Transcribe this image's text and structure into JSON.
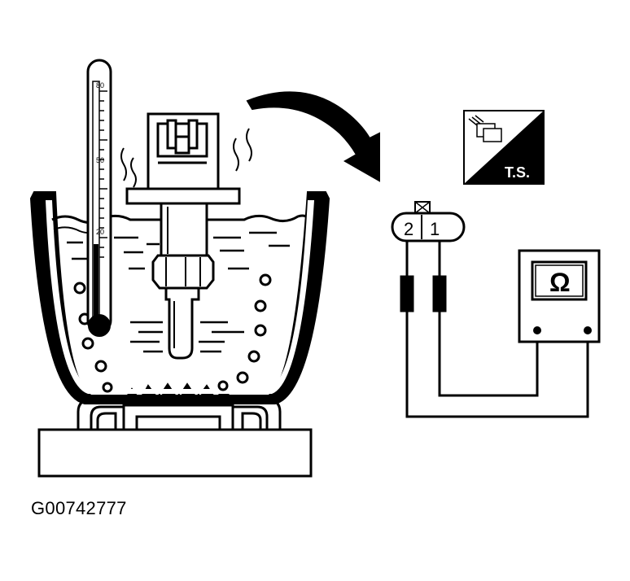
{
  "figure": {
    "caption": "G00742777",
    "thermometer": {
      "tick_labels": [
        "80",
        "50",
        "20"
      ]
    },
    "connector": {
      "pin_2": "2",
      "pin_1": "1"
    },
    "badge": {
      "text": "T.S.",
      "icon": "connector-icon"
    },
    "ohmmeter": {
      "symbol": "Ω"
    },
    "colors": {
      "ink": "#000000",
      "paper": "#ffffff"
    }
  }
}
